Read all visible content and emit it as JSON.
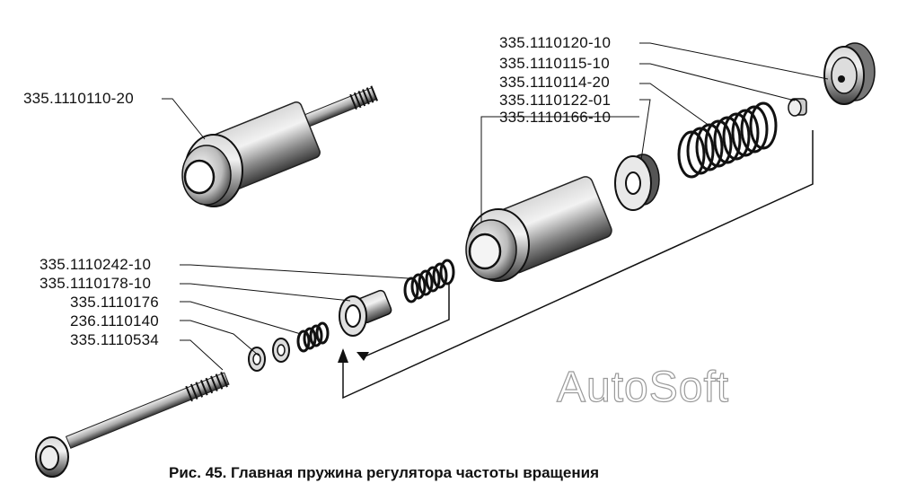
{
  "labels": {
    "l1": "335.1110110-20",
    "l2": "335.1110120-10",
    "l3": "335.1110115-10",
    "l4": "335.1110114-20",
    "l5": "335.1110122-01",
    "l6": "335.1110166-10",
    "l7": "335.1110242-10",
    "l8": "335.1110178-10",
    "l9": "335.1110176",
    "l10": "236.1110140",
    "l11": "335.1110534"
  },
  "caption": "Рис. 45. Главная пружина регулятора частоты вращения",
  "watermark": "AutoSoft"
}
